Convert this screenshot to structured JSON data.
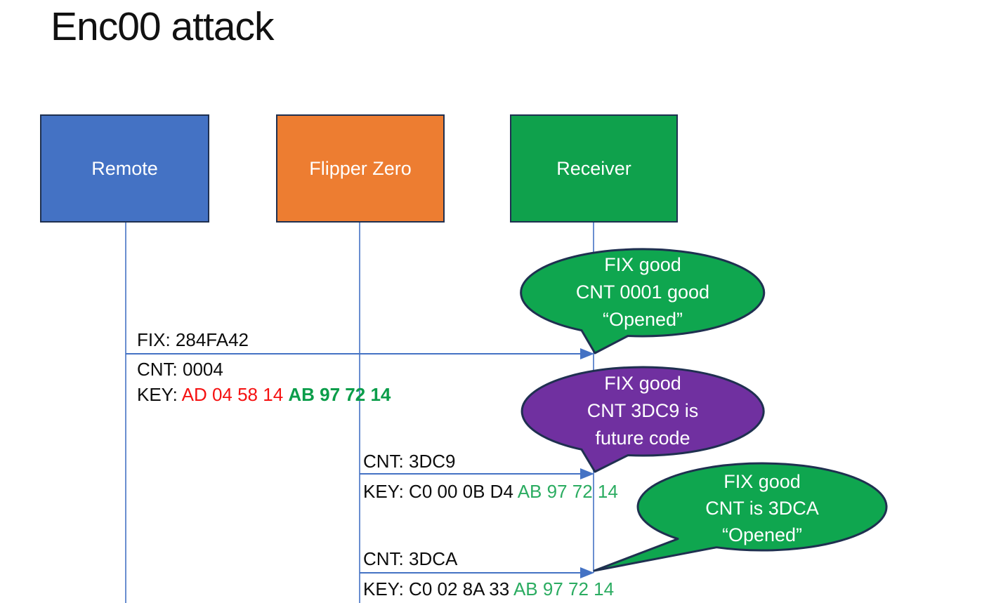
{
  "title": "Enc00 attack",
  "connector_color": "#4472C4",
  "shape_border_color": "#1F3050",
  "actors": [
    {
      "label": "Remote",
      "fill": "#4472C4"
    },
    {
      "label": "Flipper Zero",
      "fill": "#ED7D31"
    },
    {
      "label": "Receiver",
      "fill": "#0FA14C"
    }
  ],
  "messages": [
    {
      "fix_label": "FIX: 284FA42",
      "cnt_label": "CNT: 0004",
      "key_prefix": "KEY: ",
      "key_rolling": "AD 04 58 14 ",
      "key_rolling_color": "#F51111",
      "key_fixed": "AB 97 72 14",
      "key_fixed_color": "#0B9D4A"
    },
    {
      "cnt_label": "CNT: 3DC9",
      "key_prefix": "KEY: C0 00 0B D4 ",
      "key_fixed": "AB 97 72 14",
      "key_fixed_color": "#2BAC61"
    },
    {
      "cnt_label": "CNT: 3DCA",
      "key_prefix": "KEY: C0 02 8A 33 ",
      "key_fixed": "AB 97 72 14",
      "key_fixed_color": "#2BAC61"
    }
  ],
  "callouts": [
    {
      "line1": "FIX good",
      "line2": "CNT 0001 good",
      "line3": "“Opened”",
      "fill": "#0FA64F"
    },
    {
      "line1": "FIX good",
      "line2": "CNT 3DC9 is",
      "line3": "future code",
      "fill": "#7030A0"
    },
    {
      "line1": "FIX good",
      "line2": "CNT is 3DCA",
      "line3": "“Opened”",
      "fill": "#0FA64F"
    }
  ]
}
